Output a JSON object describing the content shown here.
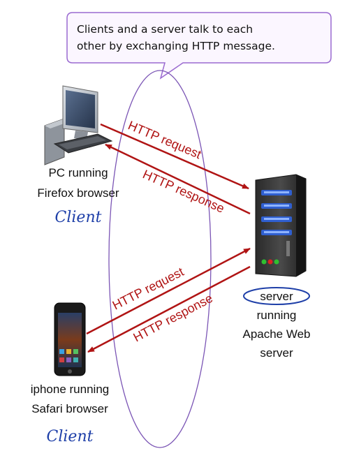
{
  "callout": {
    "line1": "Clients and a server talk to each",
    "line2": "other by exchanging HTTP message."
  },
  "pc": {
    "line1": "PC running",
    "line2": "Firefox browser",
    "annotation": "Client"
  },
  "phone": {
    "line1": "iphone running",
    "line2": "Safari browser",
    "annotation": "Client"
  },
  "server": {
    "line1": "server",
    "line2": "running",
    "line3": "Apache Web",
    "line4": "server"
  },
  "arrows": {
    "pc_request": "HTTP request",
    "pc_response": "HTTP response",
    "phone_request": "HTTP request",
    "phone_response": "HTTP response"
  },
  "colors": {
    "arrow": "#b01414",
    "ellipse": "#7b55b5",
    "callout_border": "#9a6ad0",
    "callout_fill": "#fbf6ff",
    "annotation": "#1e3fa8"
  }
}
